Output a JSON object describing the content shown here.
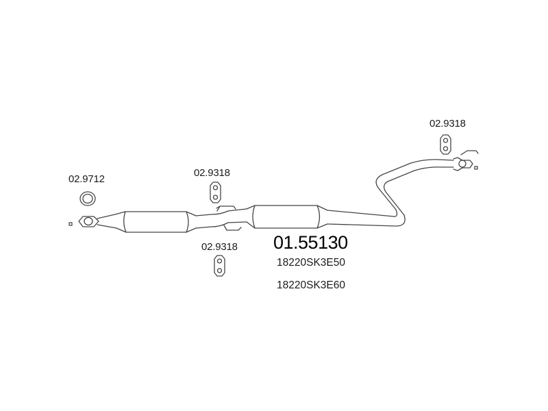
{
  "diagram": {
    "main_part_number": "01.55130",
    "oem_numbers": [
      "18220SK3E50",
      "18220SK3E60"
    ],
    "accessory_labels": {
      "gasket_ring": "02.9712",
      "hanger_upper_mid": "02.9318",
      "hanger_lower_mid": "02.9318",
      "hanger_rear": "02.9318"
    },
    "line_color": "#444444"
  }
}
